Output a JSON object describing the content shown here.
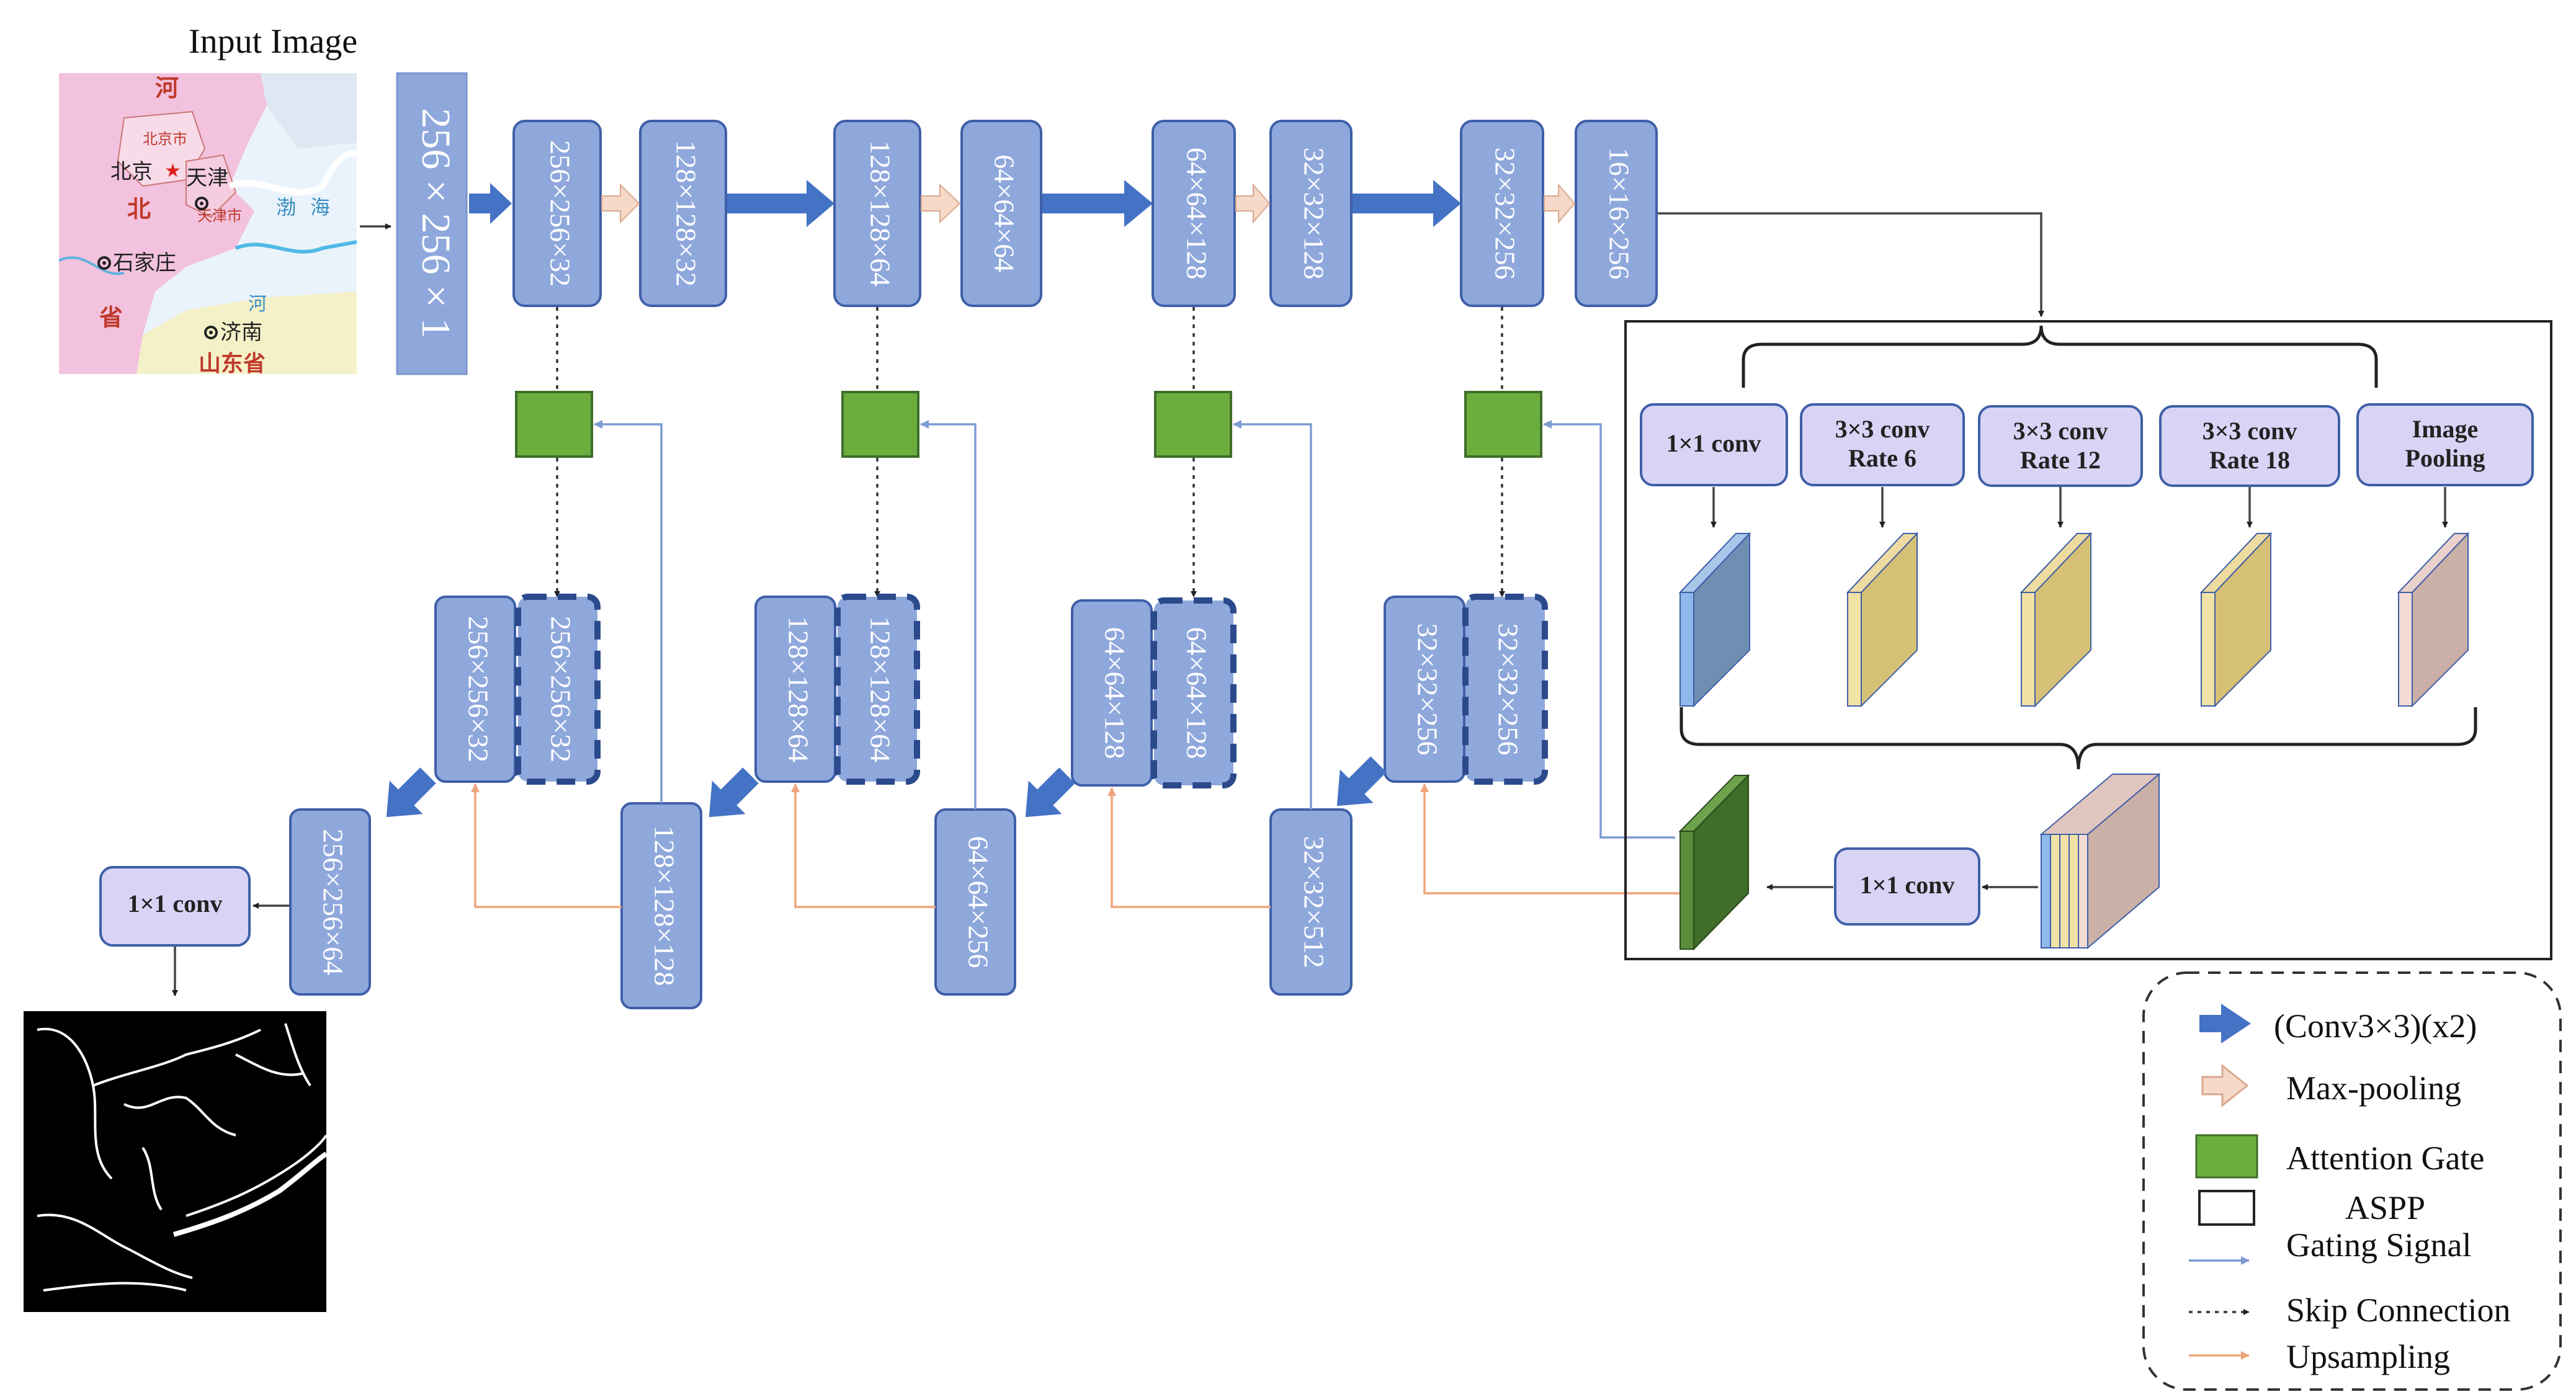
{
  "input": {
    "title": "Input Image",
    "shape": "256 × 256 × 1"
  },
  "map_labels": [
    "河",
    "北京市",
    "北京",
    "天津",
    "天津市",
    "北",
    "渤",
    "海",
    "石家庄",
    "省",
    "河",
    "济南",
    "山东省"
  ],
  "encoder": [
    "256×256×32",
    "128×128×32",
    "128×128×64",
    "64×64×64",
    "64×64×128",
    "32×32×128",
    "32×32×256",
    "16×16×256"
  ],
  "decoder_pairs": [
    [
      "256×256×32",
      "256×256×32"
    ],
    [
      "128×128×64",
      "128×128×64"
    ],
    [
      "64×64×128",
      "64×64×128"
    ],
    [
      "32×32×256",
      "32×32×256"
    ]
  ],
  "decoder_lower": [
    "256×256×64",
    "128×128×128",
    "64×64×256",
    "32×32×512"
  ],
  "output_conv": "1×1 conv",
  "aspp": {
    "branches": [
      {
        "line1": "1×1 conv",
        "line2": ""
      },
      {
        "line1": "3×3 conv",
        "line2": "Rate 6"
      },
      {
        "line1": "3×3 conv",
        "line2": "Rate 12"
      },
      {
        "line1": "3×3 conv",
        "line2": "Rate 18"
      },
      {
        "line1": "Image",
        "line2": "Pooling"
      }
    ],
    "fuse_conv": "1×1 conv",
    "colors": {
      "blue": "#7ea6d6",
      "yellow": "#e6cf7a",
      "pink": "#d8b8b0",
      "green": "#3f6e2a"
    }
  },
  "legend": {
    "items": [
      {
        "icon": "blue-arrow-icon",
        "label": "(Conv3×3)(x2)"
      },
      {
        "icon": "pink-arrow-icon",
        "label": "Max-pooling"
      },
      {
        "icon": "green-square-icon",
        "label": "Attention Gate"
      },
      {
        "icon": "white-square-icon",
        "label": "ASPP"
      },
      {
        "icon": "blue-line-arrow-icon",
        "label": "Gating Signal"
      },
      {
        "icon": "dotted-arrow-icon",
        "label": "Skip Connection"
      },
      {
        "icon": "orange-line-arrow-icon",
        "label": "Upsampling"
      }
    ]
  },
  "colors": {
    "box": "#8fa8dc",
    "gate": "#6cae3e",
    "thick_arrow": "#4472c4",
    "pool_arrow": "#f6d9c8",
    "gating": "#7e9bd3",
    "upsampling": "#f0a47a"
  }
}
